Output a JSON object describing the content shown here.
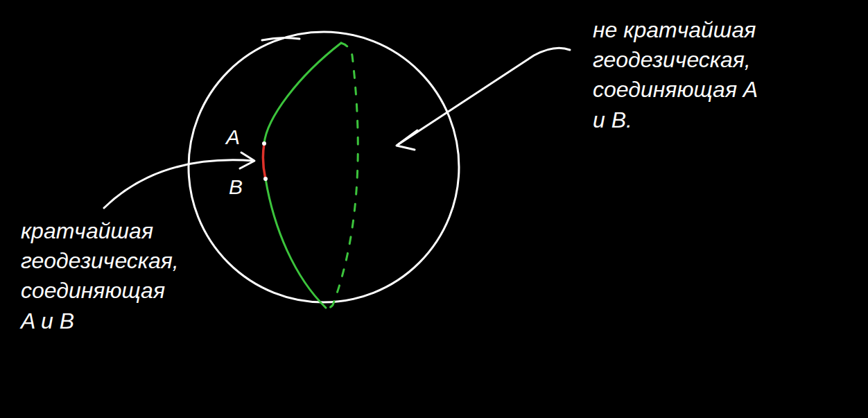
{
  "diagram": {
    "labels": [
      "A",
      "B",
      "не кратчайшая геодезическая, соединяющая A и B.",
      "кратчайшая геодезическая, соединяющая A и B"
    ]
  }
}
